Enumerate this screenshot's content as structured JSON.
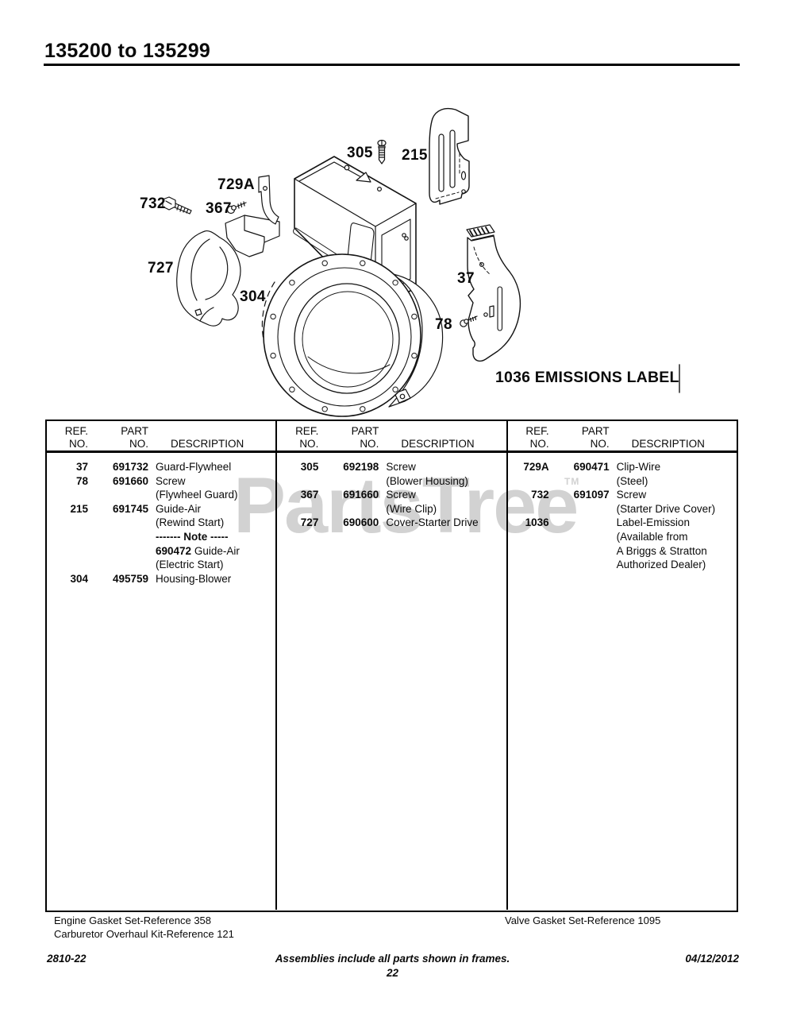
{
  "page_title": "135200 to 135299",
  "watermark": {
    "text": "PartsTree",
    "tm": "TM",
    "color": "#d2d2d2"
  },
  "diagram": {
    "callouts": [
      {
        "label": "305"
      },
      {
        "label": "215"
      },
      {
        "label": "729A"
      },
      {
        "label": "732"
      },
      {
        "label": "367"
      },
      {
        "label": "727"
      },
      {
        "label": "304"
      },
      {
        "label": "37"
      },
      {
        "label": "78"
      }
    ],
    "emissions_label": "1036 EMISSIONS LABEL"
  },
  "table": {
    "header": {
      "ref1": "REF.",
      "ref2": "NO.",
      "part1": "PART",
      "part2": "NO.",
      "desc": "DESCRIPTION"
    },
    "groups": [
      {
        "lines": [
          {
            "r": "37",
            "p": "691732",
            "d": "Guard-Flywheel"
          },
          {
            "r": "78",
            "p": "691660",
            "d": "Screw"
          },
          {
            "d": "(Flywheel Guard)"
          },
          {
            "r": "215",
            "p": "691745",
            "d": "Guide-Air"
          },
          {
            "d": "(Rewind Start)"
          },
          {
            "b": "------- Note -----"
          },
          {
            "b": "690472",
            "d": " Guide-Air"
          },
          {
            "d": "(Electric Start)"
          },
          {
            "r": "304",
            "p": "495759",
            "d": "Housing-Blower"
          }
        ]
      },
      {
        "lines": [
          {
            "r": "305",
            "p": "692198",
            "d": "Screw"
          },
          {
            "d": "(Blower Housing)"
          },
          {
            "r": "367",
            "p": "691660",
            "d": "Screw"
          },
          {
            "d": "(Wire Clip)"
          },
          {
            "r": "727",
            "p": "690600",
            "d": "Cover-Starter Drive"
          }
        ]
      },
      {
        "lines": [
          {
            "r": "729A",
            "p": "690471",
            "d": "Clip-Wire"
          },
          {
            "d": "(Steel)"
          },
          {
            "r": "732",
            "p": "691097",
            "d": "Screw"
          },
          {
            "d": "(Starter Drive Cover)"
          },
          {
            "r": "1036",
            "d": "Label-Emission"
          },
          {
            "d": "(Available from"
          },
          {
            "d": "A Briggs & Stratton"
          },
          {
            "d": "Authorized Dealer)"
          }
        ]
      }
    ]
  },
  "footnotes": {
    "engine_gasket": "Engine Gasket Set-Reference 358",
    "carb_overhaul": "Carburetor Overhaul Kit-Reference 121",
    "valve_gasket": "Valve Gasket Set-Reference 1095"
  },
  "footer": {
    "code": "2810-22",
    "assemblies_note": "Assemblies include all parts shown in frames.",
    "date": "04/12/2012",
    "page_number": "22"
  }
}
